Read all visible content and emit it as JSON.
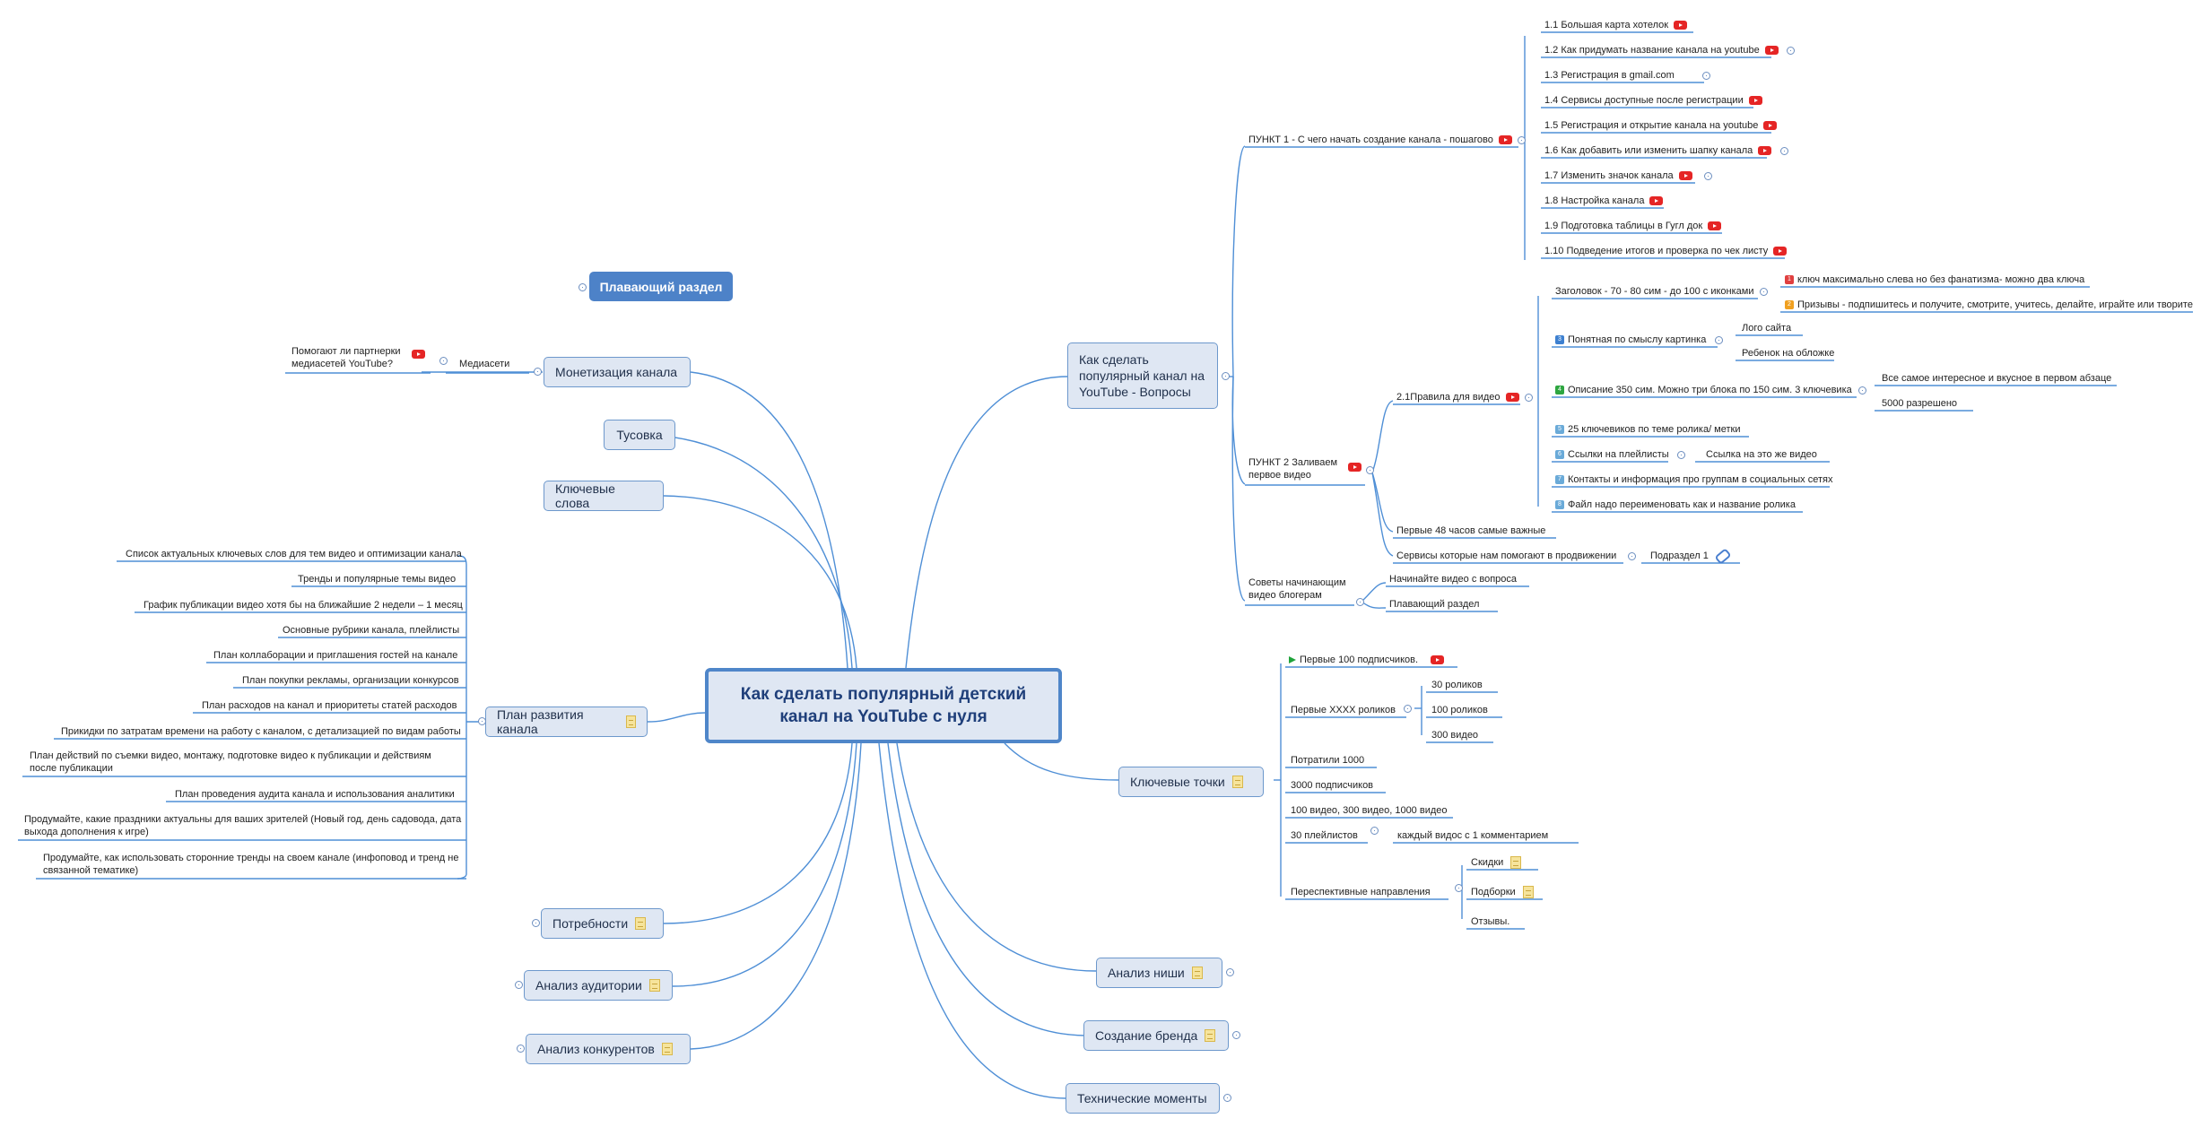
{
  "central": {
    "title": "Как сделать популярный детский канал на YouTube с нуля"
  },
  "floating": {
    "label": "Плавающий раздел"
  },
  "left": {
    "monetization": {
      "label": "Монетизация канала",
      "child": "Медиасети",
      "leaf": "Помогают ли партнерки медиасетей YouTube?"
    },
    "party": "Тусовка",
    "keywords": "Ключевые слова",
    "plan": {
      "label": "План развития канала",
      "items": [
        "Список актуальных ключевых слов для тем видео и оптимизации канала",
        "Тренды и популярные темы видео",
        "График публикации видео хотя бы на ближайшие 2 недели – 1 месяц",
        "Основные рубрики канала, плейлисты",
        "План коллаборации и приглашения гостей на канале",
        "План покупки рекламы, организации конкурсов",
        "План расходов на канал и приоритеты статей расходов",
        "Прикидки по затратам времени на работу с каналом, с детализацией по видам работы",
        "План действий по съемки видео, монтажу, подготовке видео к публикации и действиям после публикации",
        "План проведения аудита канала и использования аналитики",
        "Продумайте, какие праздники актуальны для ваших зрителей (Новый год, день садовода, дата выхода дополнения к игре)",
        "Продумайте, как использовать сторонние тренды на своем канале (инфоповод и тренд не связанной тематике)"
      ]
    },
    "needs": "Потребности",
    "audience": "Анализ аудитории",
    "competitors": "Анализ конкурентов"
  },
  "right": {
    "faq": {
      "label": "Как сделать популярный канал на YouTube - Вопросы",
      "p1": {
        "label": "ПУНКТ 1 - С чего начать создание канала - пошагово",
        "items": [
          "1.1 Большая карта хотелок",
          "1.2 Как придумать название канала на youtube",
          "1.3 Регистрация в gmail.com",
          "1.4 Сервисы доступные после регистрации",
          "1.5 Регистрация и открытие канала на youtube",
          "1.6 Как добавить или изменить шапку канала",
          "1.7 Изменить значок канала",
          "1.8 Настройка канала",
          "1.9 Подготовка таблицы в Гугл док",
          "1.10 Подведение итогов и проверка по чек листу"
        ]
      },
      "p2": {
        "label": "ПУНКТ 2  Заливаем первое видео",
        "rules": {
          "label": "2.1Правила для видео",
          "title": "Заголовок - 70 - 80 сим - до 100 с иконками",
          "title_a": "ключ максимально слева но без фанатизма- можно два ключа",
          "title_b": "Призывы - подпишитесь и получите, смотрите, учитесь, делайте, играйте или творите",
          "thumb": "Понятная по смыслу картинка",
          "thumb_a": "Лого сайта",
          "thumb_b": "Ребенок на обложке",
          "desc": "Описание 350 сим. Можно три блока по 150 сим. 3 ключевика",
          "desc_a": "Все самое интересное и вкусное в первом абзаце",
          "desc_b": "5000 разрешено",
          "tags": "25 ключевиков по теме ролика/ метки",
          "playlists": "Ссылки на плейлисты",
          "playlists_a": "Ссылка на это же видео",
          "contacts": "Контакты и информация про группам в социальных сетях",
          "file": "Файл надо переименовать как и название ролика"
        },
        "first48": "Первые 48 часов самые важные",
        "services": "Сервисы которые нам помогают в продвижении",
        "sub1": "Подраздел 1"
      },
      "tips": {
        "label": "Советы начинающим видео блогерам",
        "a": "Начинайте видео с вопроса",
        "b": "Плавающий раздел"
      }
    },
    "milestones": {
      "label": "Ключевые точки",
      "first100": "Первые 100 подписчиков.",
      "firstX": "Первые XXXX роликов",
      "x30": "30 роликов",
      "x100": "100 роликов",
      "x300": "300 видео",
      "spent": "Потратили 1000",
      "subs3000": "3000 подписчиков",
      "videos": "100 видео, 300 видео, 1000 видео",
      "pl30": "30 плейлистов",
      "pl30_a": "каждый видос с 1 комментарием",
      "persp": "Переспективные направления",
      "persp_a": "Скидки",
      "persp_b": "Подборки",
      "persp_c": "Отзывы."
    },
    "niche": "Анализ ниши",
    "brand": "Создание бренда",
    "tech": "Технические моменты"
  }
}
